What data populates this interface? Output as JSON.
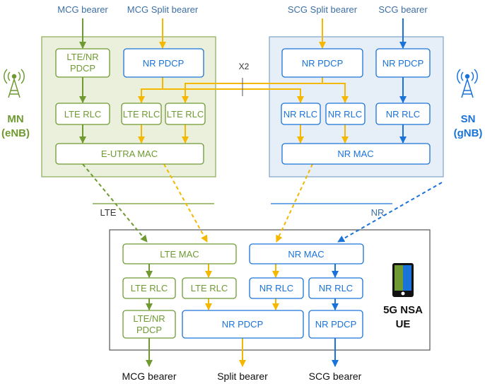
{
  "colors": {
    "lte_green": "#6f9a32",
    "nr_blue": "#1a73d9",
    "split_yellow": "#f5b800",
    "mn_fill": "#eaf0dc",
    "sn_fill": "#e6eef7",
    "label_blue": "#3d6fa5"
  },
  "top_labels": {
    "mcg_bearer": "MCG bearer",
    "mcg_split_bearer": "MCG Split bearer",
    "scg_split_bearer": "SCG Split bearer",
    "scg_bearer": "SCG bearer"
  },
  "mn": {
    "name": "MN",
    "sub": "(eNB)",
    "icon": "antenna-icon",
    "lte_nr_pdcp": [
      "LTE/NR",
      "PDCP"
    ],
    "nr_pdcp": "NR PDCP",
    "rlc": [
      "LTE RLC",
      "LTE RLC",
      "LTE RLC"
    ],
    "mac": "E-UTRA MAC"
  },
  "sn": {
    "name": "SN",
    "sub": "(gNB)",
    "icon": "antenna-icon",
    "nr_pdcp_split": "NR PDCP",
    "nr_pdcp": "NR PDCP",
    "rlc": [
      "NR RLC",
      "NR RLC",
      "NR RLC"
    ],
    "mac": "NR MAC"
  },
  "x2_label": "X2",
  "air": {
    "lte": "LTE",
    "nr": "NR"
  },
  "ue": {
    "label": [
      "5G NSA",
      "UE"
    ],
    "icon": "phone-icon",
    "lte_mac": "LTE MAC",
    "nr_mac": "NR MAC",
    "lte_rlc": [
      "LTE RLC",
      "LTE RLC"
    ],
    "nr_rlc": [
      "NR RLC",
      "NR RLC"
    ],
    "lte_nr_pdcp": [
      "LTE/NR",
      "PDCP"
    ],
    "nr_pdcp_split": "NR PDCP",
    "nr_pdcp": "NR PDCP"
  },
  "bottom_labels": {
    "mcg_bearer": "MCG bearer",
    "split_bearer": "Split bearer",
    "scg_bearer": "SCG bearer"
  }
}
